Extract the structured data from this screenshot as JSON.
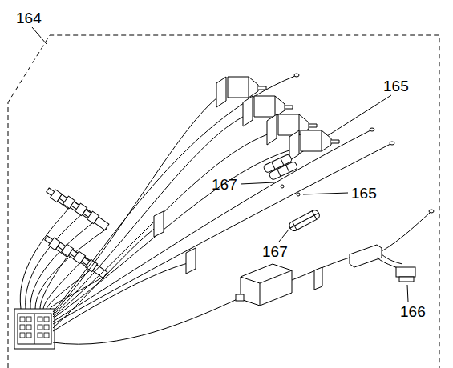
{
  "diagram": {
    "labels": [
      "164",
      "165",
      "167",
      "165",
      "167",
      "166"
    ]
  }
}
